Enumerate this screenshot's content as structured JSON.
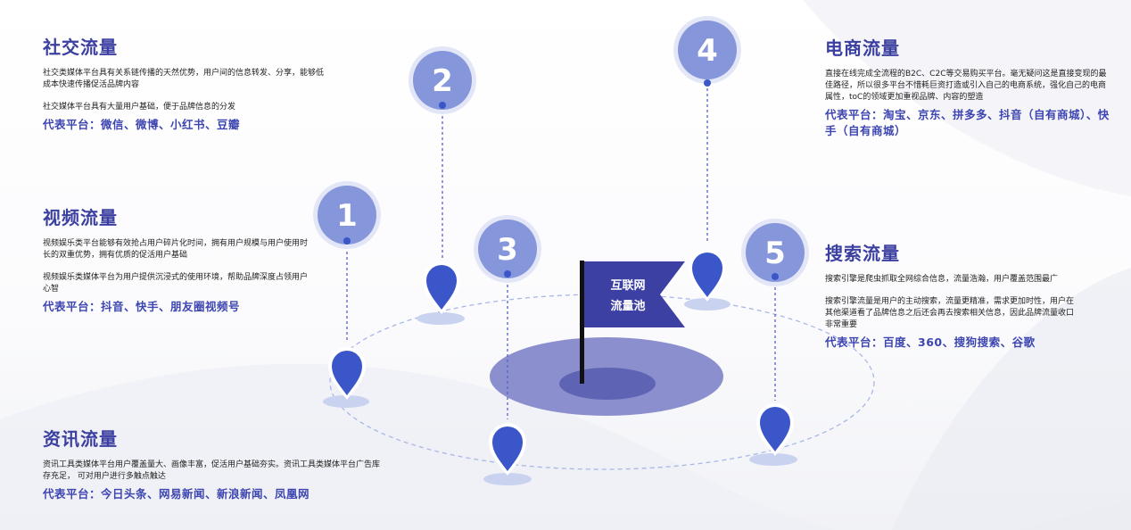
{
  "flag": {
    "line1": "互联网",
    "line2": "流量池"
  },
  "markers": [
    "1",
    "2",
    "3",
    "4",
    "5"
  ],
  "colors": {
    "accent": "#3b3fa0",
    "pin": "#3a56c8",
    "circle": "#8596db"
  },
  "sections": {
    "social": {
      "title": "社交流量",
      "p1": "社交类媒体平台具有关系链传播的天然优势，用户间的信息转发、分享，能够低成本快速传播促活品牌内容",
      "p2": "社交媒体平台具有大量用户基础，便于品牌信息的分发",
      "rep": "代表平台：微信、微博、小红书、豆瓣"
    },
    "video": {
      "title": "视频流量",
      "p1": "视频娱乐类平台能够有效抢占用户碎片化时间，拥有用户规模与用户使用时长的双重优势，拥有优质的促活用户基础",
      "p2": "视频娱乐类媒体平台为用户提供沉浸式的使用环境，帮助品牌深度占领用户心智",
      "rep": "代表平台：抖音、快手、朋友圈视频号"
    },
    "news": {
      "title": "资讯流量",
      "p1": "资讯工具类媒体平台用户覆盖量大、画像丰富，促活用户基础夯实。资讯工具类媒体平台广告库存充足， 可对用户进行多触点触达",
      "rep": "代表平台：今日头条、网易新闻、新浪新闻、凤凰网"
    },
    "ecommerce": {
      "title": "电商流量",
      "p1": "直接在线完成全流程的B2C、C2C等交易购买平台。毫无疑问这是直接变现的最佳路径，所以很多平台不惜耗巨资打造或引入自己的电商系统，强化自己的电商属性，toC的领域更加重视品牌、内容的塑造",
      "rep": "代表平台：淘宝、京东、拼多多、抖音（自有商城）、快手（自有商城）"
    },
    "search": {
      "title": "搜索流量",
      "p1": "搜索引擎是爬虫抓取全网综合信息，流量浩瀚，用户覆盖范围最广",
      "p2": "搜索引擎流量是用户的主动搜索，流量更精准，需求更加时性，用户在其他渠道看了品牌信息之后还会再去搜索相关信息，因此品牌流量收口非常重要",
      "rep": "代表平台：百度、360、搜狗搜索、谷歌"
    }
  }
}
